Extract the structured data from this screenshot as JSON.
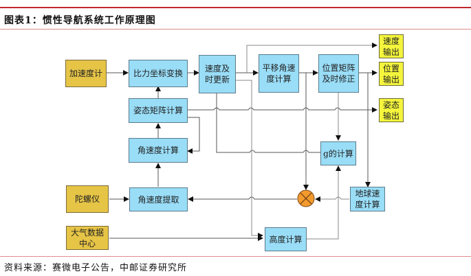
{
  "title": "图表1：惯性导航系统工作原理图",
  "source": "资料来源：赛微电子公告，中邮证券研究所",
  "nodes": {
    "accelerometer": "加速度计",
    "force_transform": "比力坐标变换",
    "velocity_update": "速度及\n时更新",
    "translation_rate": "平移角速\n度计算",
    "position_matrix": "位置矩阵\n及时修正",
    "velocity_output": "速度\n输出",
    "position_output": "位置\n输出",
    "attitude_output": "姿态\n输出",
    "attitude_matrix": "姿态矩阵计算",
    "angular_rate_calc": "角速度计算",
    "gyroscope": "陀螺仪",
    "angular_rate_extract": "角速度提取",
    "gravity_calc": "g的计算",
    "earth_rate_calc": "地球速\n度计算",
    "air_data": "大气数据\n中心",
    "altitude_calc": "高度计算"
  },
  "colors": {
    "sensor": "#e6c446",
    "process": "#99ddf7",
    "output": "#f4f53c",
    "summing_junction": "#f39a2e",
    "title_rule": "#c0272d"
  }
}
